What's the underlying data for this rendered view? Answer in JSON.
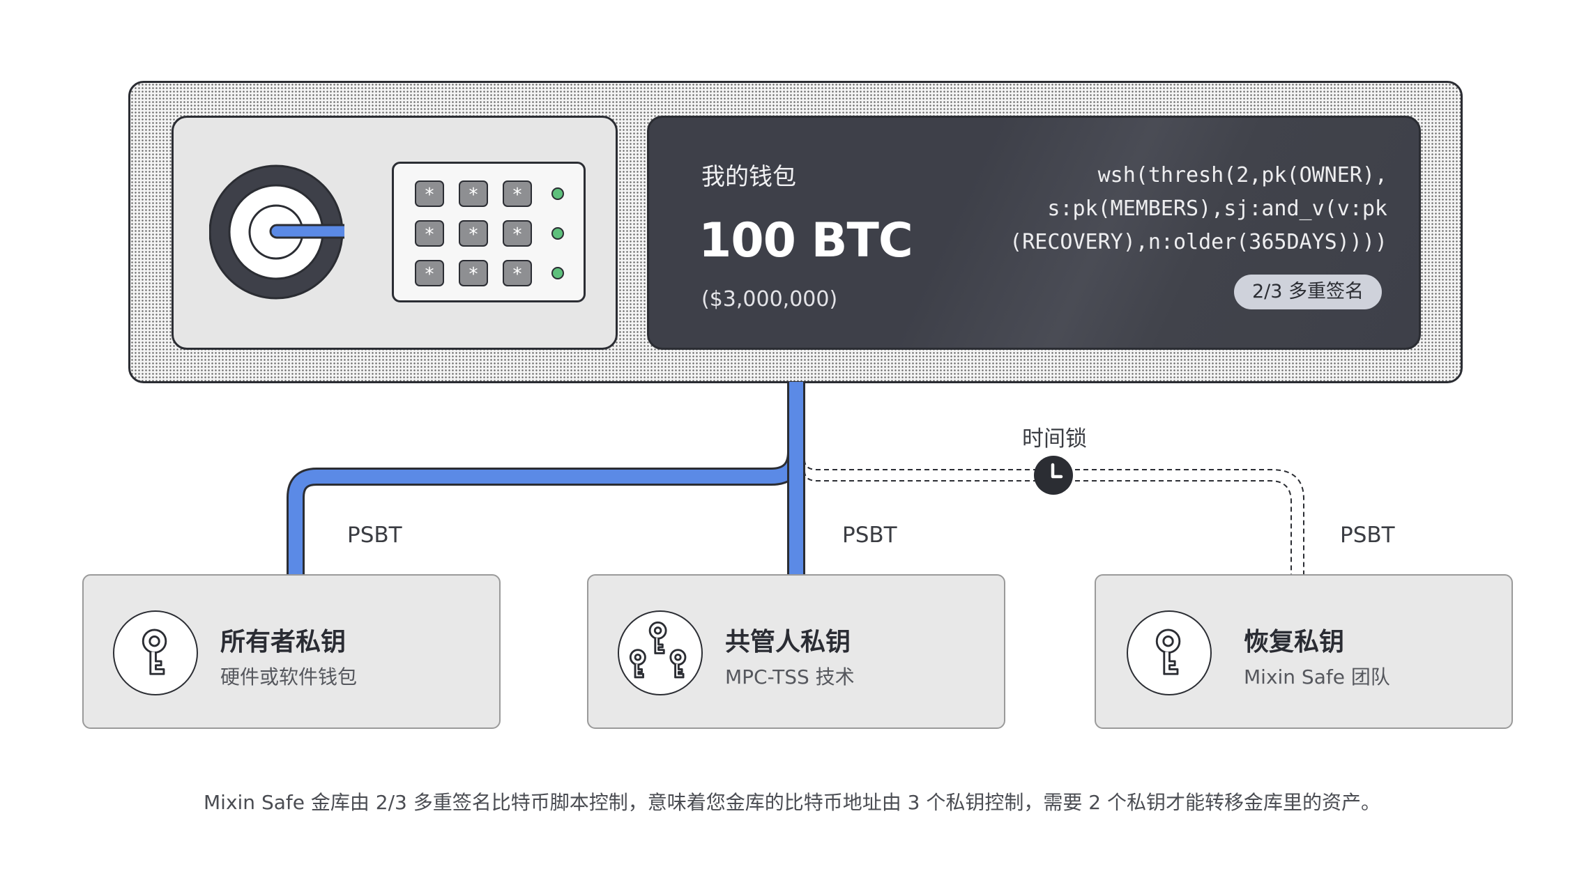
{
  "wallet": {
    "name": "我的钱包",
    "amount": "100 BTC",
    "fiat": "($3,000,000)",
    "script_lines": [
      "wsh(thresh(2,pk(OWNER),",
      "s:pk(MEMBERS),sj:and_v(v:pk",
      "(RECOVERY),n:older(365DAYS))))"
    ],
    "badge": "2/3 多重签名"
  },
  "keypad": {
    "key_symbol": "*",
    "led_color": "#5ec07c"
  },
  "connectors": {
    "timelock_label": "时间锁",
    "psbt_labels": [
      "PSBT",
      "PSBT",
      "PSBT"
    ],
    "active_color": "#5b8ae6",
    "timelock_icon": "clock-icon"
  },
  "keys": [
    {
      "title": "所有者私钥",
      "subtitle": "硬件或软件钱包",
      "icon": "key-icon"
    },
    {
      "title": "共管人私钥",
      "subtitle": "MPC-TSS 技术",
      "icon": "three-keys-icon"
    },
    {
      "title": "恢复私钥",
      "subtitle": "Mixin Safe 团队",
      "icon": "key-icon"
    }
  ],
  "caption": "Mixin Safe 金库由 2/3 多重签名比特币脚本控制，意味着您金库的比特币地址由 3 个私钥控制，需要 2 个私钥才能转移金库里的资产。"
}
